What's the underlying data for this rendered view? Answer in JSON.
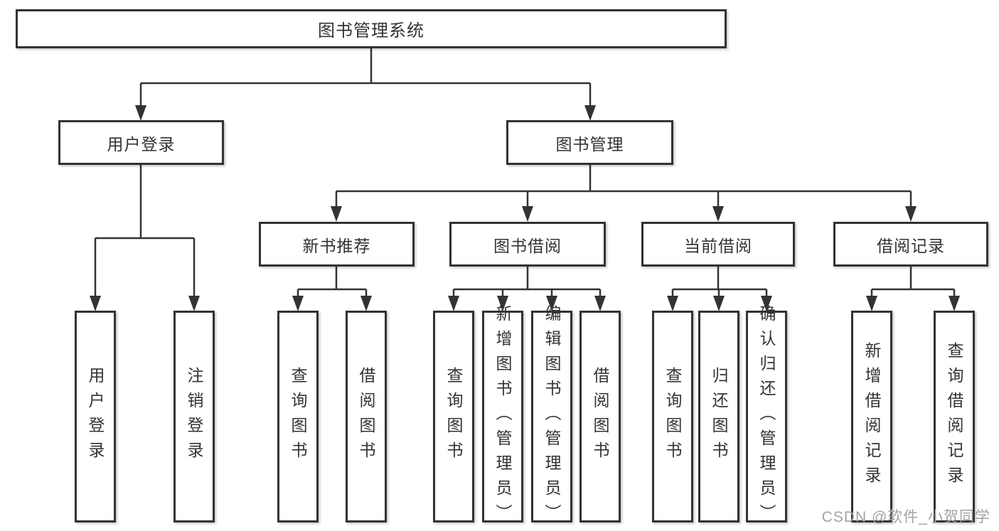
{
  "diagram_type": "hierarchy-tree",
  "tree": {
    "label": "图书管理系统",
    "children": [
      {
        "label": "用户登录",
        "children": [
          {
            "label": "用户登录"
          },
          {
            "label": "注销登录"
          }
        ]
      },
      {
        "label": "图书管理",
        "children": [
          {
            "label": "新书推荐",
            "children": [
              {
                "label": "查询图书"
              },
              {
                "label": "借阅图书"
              }
            ]
          },
          {
            "label": "图书借阅",
            "children": [
              {
                "label": "查询图书"
              },
              {
                "label": "新增图书（管理员）"
              },
              {
                "label": "编辑图书（管理员）"
              },
              {
                "label": "借阅图书"
              }
            ]
          },
          {
            "label": "当前借阅",
            "children": [
              {
                "label": "查询图书"
              },
              {
                "label": "归还图书"
              },
              {
                "label": "确认归还（管理员）"
              }
            ]
          },
          {
            "label": "借阅记录",
            "children": [
              {
                "label": "新增借阅记录"
              },
              {
                "label": "查询借阅记录"
              }
            ]
          }
        ]
      }
    ]
  },
  "watermark": "CSDN @软件_小贺同学",
  "colors": {
    "line": "#333333",
    "box_border": "#333333",
    "box_fill": "#ffffff",
    "text": "#333333",
    "background": "#ffffff",
    "watermark": "#a3a3a3"
  }
}
